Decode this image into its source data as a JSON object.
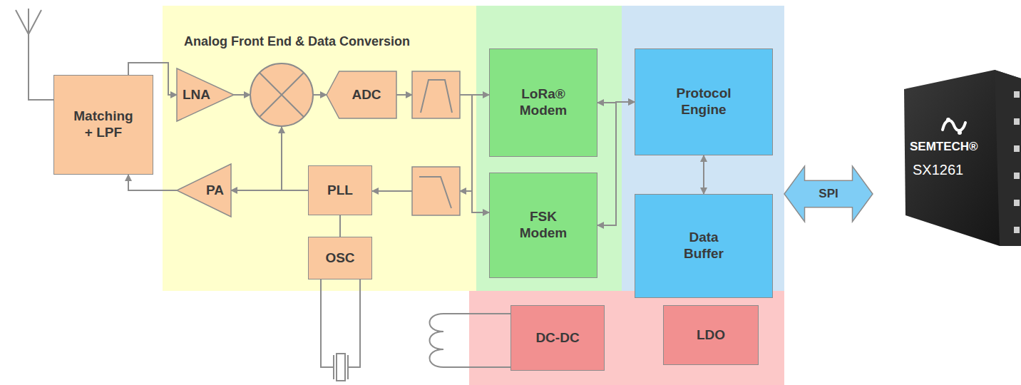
{
  "diagram": {
    "nodes": [
      {
        "text": [
          "Analog Front End & Data Conversion"
        ]
      },
      {
        "text": [
          "Matching + LPF"
        ]
      },
      {
        "text": [
          "LNA"
        ],
        "in": 0
      },
      {
        "text": [
          "ADC"
        ],
        "in": 0
      },
      {
        "text": [
          "PA"
        ],
        "in": 0
      },
      {
        "text": [
          "PLL"
        ],
        "in": 0
      },
      {
        "text": [
          "OSC"
        ],
        "in": 0
      },
      {
        "text": [
          "LoRa® Modem"
        ]
      },
      {
        "text": [
          "FSK Modem"
        ]
      },
      {
        "text": [
          "Protocol Engine"
        ]
      },
      {
        "text": [
          "Data Buffer"
        ]
      },
      {
        "text": [
          "SPI"
        ]
      },
      {
        "text": [
          "DC-DC"
        ]
      },
      {
        "text": [
          "LDO"
        ]
      },
      {
        "text": [
          "SEMTECH®",
          "SX1261"
        ]
      }
    ],
    "edges": [
      {
        "from": 1,
        "to": 2,
        "arrow": "to"
      },
      {
        "from": 4,
        "to": 1,
        "arrow": "to"
      },
      {
        "from": 5,
        "to": 4,
        "arrow": "to"
      },
      {
        "from": 5,
        "to": 6,
        "arrow": "none"
      },
      {
        "from": 7,
        "to": 9,
        "arrow": "both"
      },
      {
        "from": 8,
        "to": 9,
        "arrow": "both"
      },
      {
        "from": 9,
        "to": 10,
        "arrow": "both"
      }
    ]
  }
}
